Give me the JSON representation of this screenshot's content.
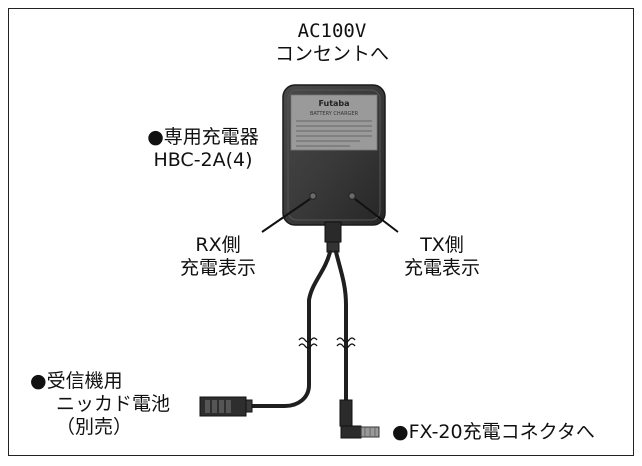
{
  "ac_label": {
    "line1": "AC100V",
    "line2": "コンセントへ"
  },
  "charger": {
    "name": "●専用充電器",
    "model": "HBC-2A(4)",
    "brand": "Futaba",
    "sticker_title": "BATTERY CHARGER",
    "body_color": "#3a3a3a"
  },
  "rx_indicator": {
    "line1": "RX側",
    "line2": "充電表示"
  },
  "tx_indicator": {
    "line1": "TX側",
    "line2": "充電表示"
  },
  "receiver_battery": {
    "line1": "●受信機用",
    "line2": "ニッカド電池",
    "line3": "（別売）"
  },
  "fx_connector": {
    "label": "●FX-20充電コネクタへ"
  }
}
